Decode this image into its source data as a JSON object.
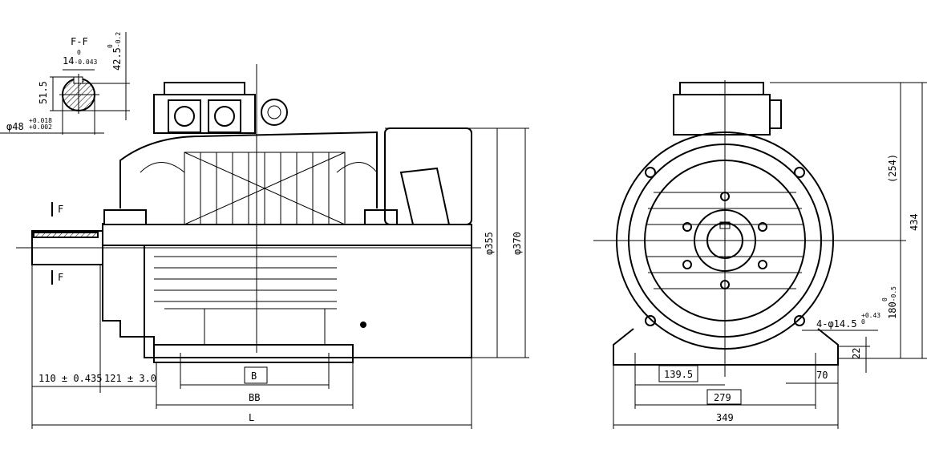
{
  "section": {
    "title": "F-F",
    "key_width": {
      "nominal": "14",
      "upper": "0",
      "lower": "-0.043"
    },
    "shaft_height": "51.5",
    "key_depth": {
      "nominal": "42.5",
      "upper": "0",
      "lower": "-0.2"
    },
    "shaft_diameter": {
      "prefix": "φ",
      "nominal": "48",
      "upper": "+0.018",
      "lower": "+0.002"
    }
  },
  "side_view": {
    "section_mark_top": "F",
    "section_mark_bottom": "F",
    "shaft_extension": "110 ± 0.435",
    "shaft_to_foot": "121 ± 3.0",
    "foot_spacing": "B",
    "foot_overall": "BB",
    "overall_length": "L",
    "body_diameter": "φ355",
    "flange_diameter": "φ370"
  },
  "front_view": {
    "half_foot_spacing": "139.5",
    "foot_spacing": "279",
    "foot_width": "349",
    "foot_edge": "70",
    "foot_thickness": "22",
    "shaft_center_height": {
      "nominal": "180",
      "upper": "0",
      "lower": "-0.5"
    },
    "box_height": "(254)",
    "overall_height": "434",
    "mounting_holes": {
      "label": "4-φ14.5",
      "upper": "+0.43",
      "lower": "0"
    }
  }
}
